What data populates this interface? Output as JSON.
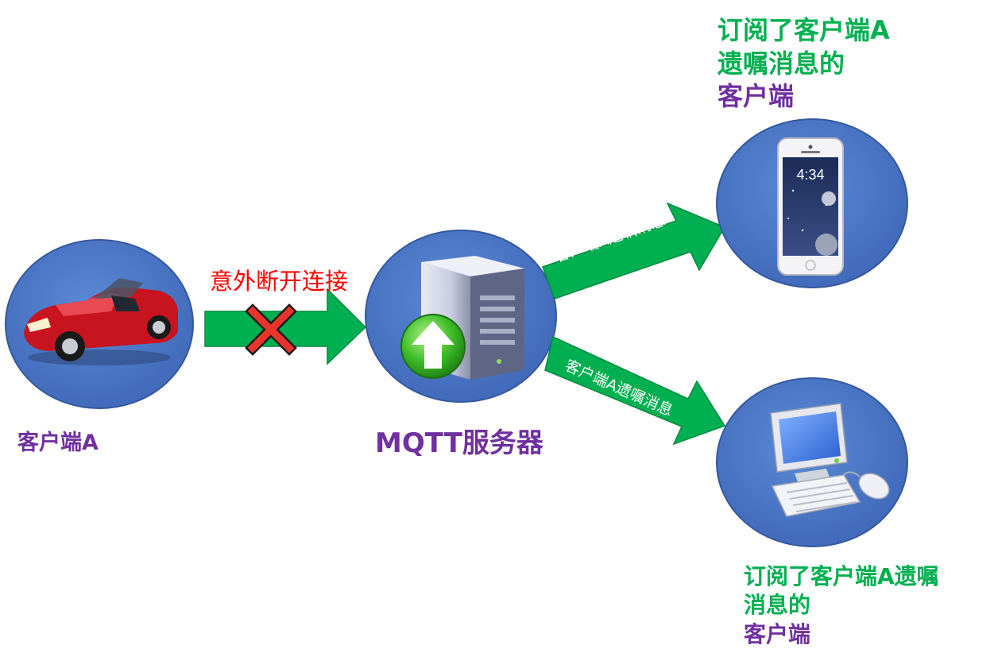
{
  "client_a": {
    "label": "客户端A"
  },
  "server": {
    "label": "MQTT服务器"
  },
  "disconnect": {
    "label": "意外断开连接"
  },
  "arrow_top": {
    "label": "客户端A遗嘱消息"
  },
  "arrow_bottom": {
    "label": "客户端A遗嘱消息"
  },
  "phone_client": {
    "line1": "订阅了客户端A",
    "line2": "遗嘱消息的",
    "line3": "客户端",
    "time": "4:34"
  },
  "pc_client": {
    "line1": "订阅了客户端A遗嘱",
    "line2": "消息的",
    "line3": "客户端"
  },
  "colors": {
    "circle": "#4472c4",
    "arrow": "#00b050",
    "disconnect_text": "#ff0000",
    "client_label": "#7030a0",
    "subscriber_label": "#00b050"
  }
}
